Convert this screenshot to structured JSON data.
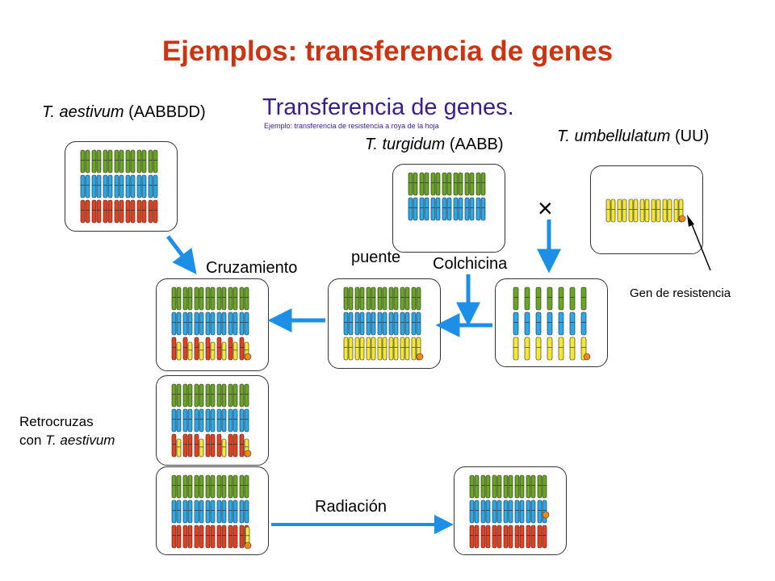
{
  "title": "Ejemplos: transferencia de genes",
  "subtitle": "Transferencia de genes.",
  "subtitle_caption": "Ejemplo: transferencia de resistencia a roya de la hoja",
  "labels": {
    "aestivum_name": "T. aestivum",
    "aestivum_genome": "(AABBDD)",
    "turgidum_name": "T. turgidum",
    "turgidum_genome": "(AABB)",
    "umbellulatum_name": "T. umbellulatum",
    "umbellulatum_genome": "(UU)",
    "cruzamiento": "Cruzamiento",
    "puente": "puente",
    "colchicina": "Colchicina",
    "gen_resistencia": "Gen de resistencia",
    "retrocruzas_1": "Retrocruzas",
    "retrocruzas_2": "con ",
    "retrocruzas_species": "T. aestivum",
    "radiacion": "Radiación",
    "cross_symbol": "×"
  },
  "colors": {
    "A_genome": "#6aa621",
    "B_genome": "#29a9ec",
    "D_genome": "#e8401e",
    "U_genome": "#f5e832",
    "resistance_gene": "#ee8a1a",
    "arrow": "#1e8fe6",
    "title": "#cc3311",
    "subtitle": "#3a1f8c"
  },
  "karyotypes": [
    {
      "id": "aestivum",
      "rows": [
        "A",
        "B",
        "D"
      ],
      "resistance": "none"
    },
    {
      "id": "turgidum",
      "rows": [
        "A",
        "B"
      ],
      "resistance": "none"
    },
    {
      "id": "umbellulatum",
      "rows": [
        "U"
      ],
      "resistance": "end"
    },
    {
      "id": "amphiploid",
      "rows": [
        "A",
        "B",
        "U"
      ],
      "resistance": "end"
    },
    {
      "id": "colchicina-product",
      "rows": [
        "A",
        "B",
        "U"
      ],
      "resistance": "end",
      "single": true
    },
    {
      "id": "cruzamiento-result",
      "rows": [
        "A",
        "B",
        "DU"
      ],
      "resistance": "end"
    },
    {
      "id": "backcross",
      "rows": [
        "A",
        "B",
        "DUpartial"
      ],
      "resistance": "end"
    },
    {
      "id": "pre-radiation",
      "rows": [
        "A",
        "B",
        "D"
      ],
      "resistance": "end-yellow"
    },
    {
      "id": "post-radiation",
      "rows": [
        "A",
        "B",
        "D"
      ],
      "resistance": "translocated"
    }
  ]
}
